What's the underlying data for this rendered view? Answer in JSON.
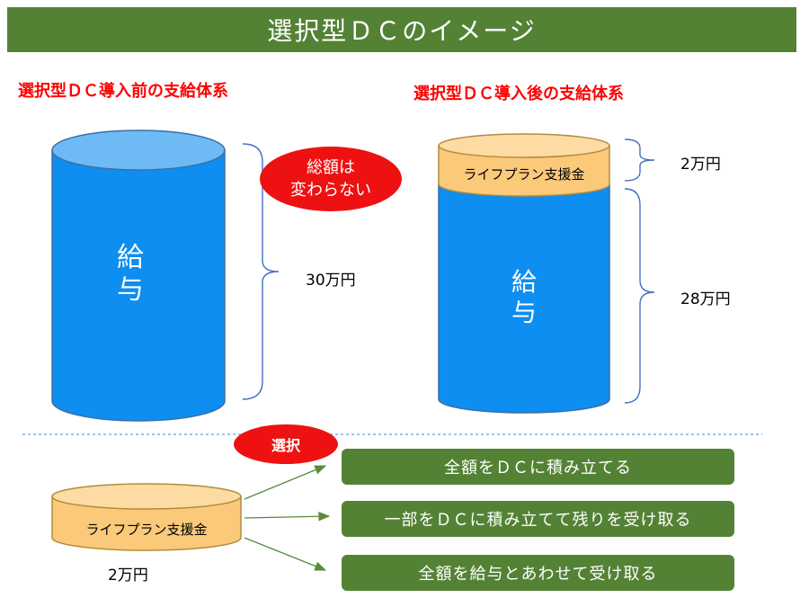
{
  "title": "選択型ＤＣのイメージ",
  "before": {
    "heading": "選択型ＤＣ導入前の支給体系",
    "salary_label": "給\n与",
    "total_amount": "30万円"
  },
  "after": {
    "heading": "選択型ＤＣ導入後の支給体系",
    "support_label": "ライフプラン支援金",
    "salary_label": "給\n与",
    "support_amount": "2万円",
    "salary_amount": "28万円"
  },
  "total_badge": "総額は\n変わらない",
  "choice": {
    "badge": "選択",
    "support_label": "ライフプラン支援金",
    "amount": "2万円",
    "options": [
      "全額をＤＣに積み立てる",
      "一部をＤＣに積み立てて残りを受け取る",
      "全額を給与とあわせて受け取る"
    ]
  },
  "colors": {
    "title_bg": "#548235",
    "salary_blue": "#0d8ef0",
    "salary_top": "#6dbaf5",
    "support_orange": "#fbc97a",
    "badge_red": "#ee1111",
    "heading_red": "#ff0000"
  }
}
